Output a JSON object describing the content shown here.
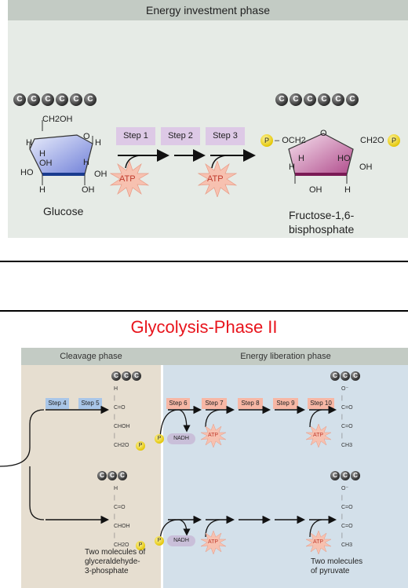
{
  "top": {
    "header": "Energy investment phase",
    "glucose_label": "Glucose",
    "fructose_label_line1": "Fructose-1,6-",
    "fructose_label_line2": "bisphosphate",
    "steps": [
      "Step 1",
      "Step 2",
      "Step 3"
    ],
    "atp": "ATP",
    "carbon": "C",
    "p": "P",
    "glucose_atoms": {
      "ch2oh": "CH2OH",
      "o": "O",
      "h": "H",
      "oh": "OH",
      "ho": "HO"
    },
    "fructose_atoms": {
      "och2": "OCH2",
      "o": "O",
      "ch2o": "CH2O",
      "h": "H",
      "ho": "HO",
      "oh": "OH"
    }
  },
  "phase2": {
    "title": "Glycolysis-Phase II",
    "cleavage_header": "Cleavage phase",
    "energy_header": "Energy liberation phase",
    "steps": [
      "Step 4",
      "Step 5",
      "Step 6",
      "Step 7",
      "Step 8",
      "Step 9",
      "Step 10"
    ],
    "nadh": "NADH",
    "atp": "ATP",
    "molecule_g3p": [
      "H",
      "C=O",
      "CHOH",
      "CH2O"
    ],
    "molecule_pyr": [
      "O⁻",
      "C=O",
      "C=O",
      "CH3"
    ],
    "g3p_label": [
      "Two molecules of",
      "glyceraldehyde-",
      "3-phosphate"
    ],
    "pyr_label": [
      "Two molecules",
      "of pyruvate"
    ]
  },
  "colors": {
    "title_red": "#e8141c",
    "step_purple": "#ddc9e6",
    "step_blue": "#a9c6e8",
    "step_salmon": "#f7b7a5",
    "atp_burst": "#f7c1b0"
  }
}
